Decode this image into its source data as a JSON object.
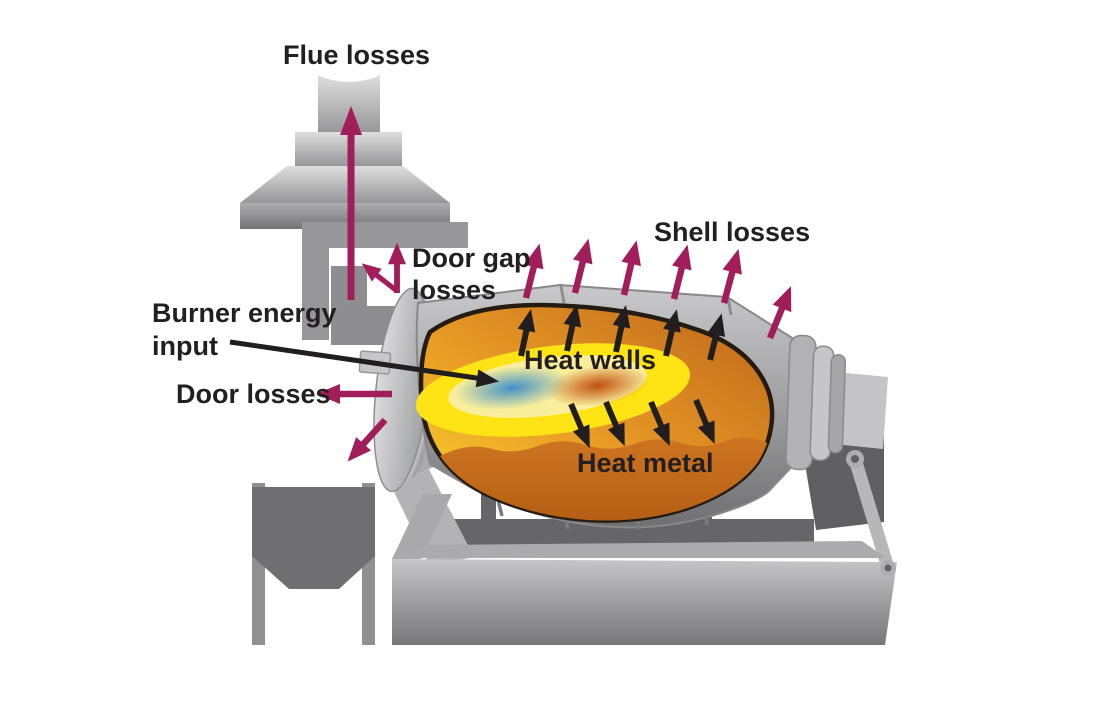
{
  "figure": {
    "type": "annotated-diagram",
    "subject": "Rotary furnace energy balance diagram",
    "labels": {
      "flue_losses": "Flue losses",
      "door_gap_line1": "Door gap",
      "door_gap_line2": "losses",
      "shell_losses": "Shell losses",
      "burner_line1": "Burner energy",
      "burner_line2": "input",
      "door_losses": "Door losses",
      "heat_walls": "Heat walls",
      "heat_metal": "Heat metal"
    },
    "colors": {
      "background": "#FFFFFF",
      "label_text": "#231F20",
      "loss_arrow": "#A11E5B",
      "heat_arrow": "#221E1F",
      "flame_yellow": "#FFE415",
      "flame_core_blue": "#4190C8",
      "flame_core_red": "#C14E10",
      "cavity_light": "#FBD42D",
      "cavity_mid": "#E89A25",
      "cavity_dark": "#BD651B",
      "metal_top": "#CE7521",
      "metal_bottom": "#AF5A12",
      "shell_light": "#C9C9CB",
      "shell_dark": "#6F6F72"
    }
  }
}
